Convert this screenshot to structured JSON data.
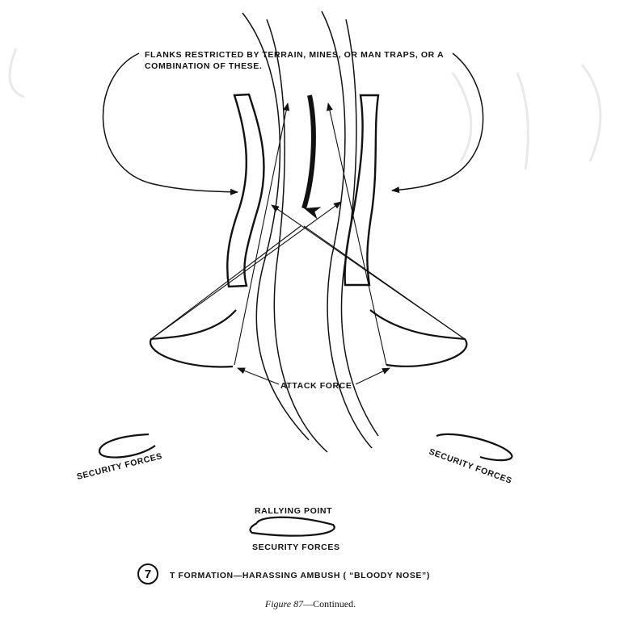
{
  "labels": {
    "flanks_line1": "FLANKS RESTRICTED BY TERRAIN, MINES, OR MAN TRAPS, OR A",
    "flanks_line2": "COMBINATION OF THESE.",
    "attack_force": "ATTACK FORCE",
    "security_forces_left": "SECURITY FORCES",
    "security_forces_right": "SECURITY FORCES",
    "rallying_point": "RALLYING POINT",
    "security_forces_bottom": "SECURITY FORCES"
  },
  "caption": {
    "number": "7",
    "title": "T FORMATION—HARASSING AMBUSH ( “BLOODY NOSE”)",
    "figure_label": "Figure 87",
    "figure_suffix": "—Continued."
  }
}
